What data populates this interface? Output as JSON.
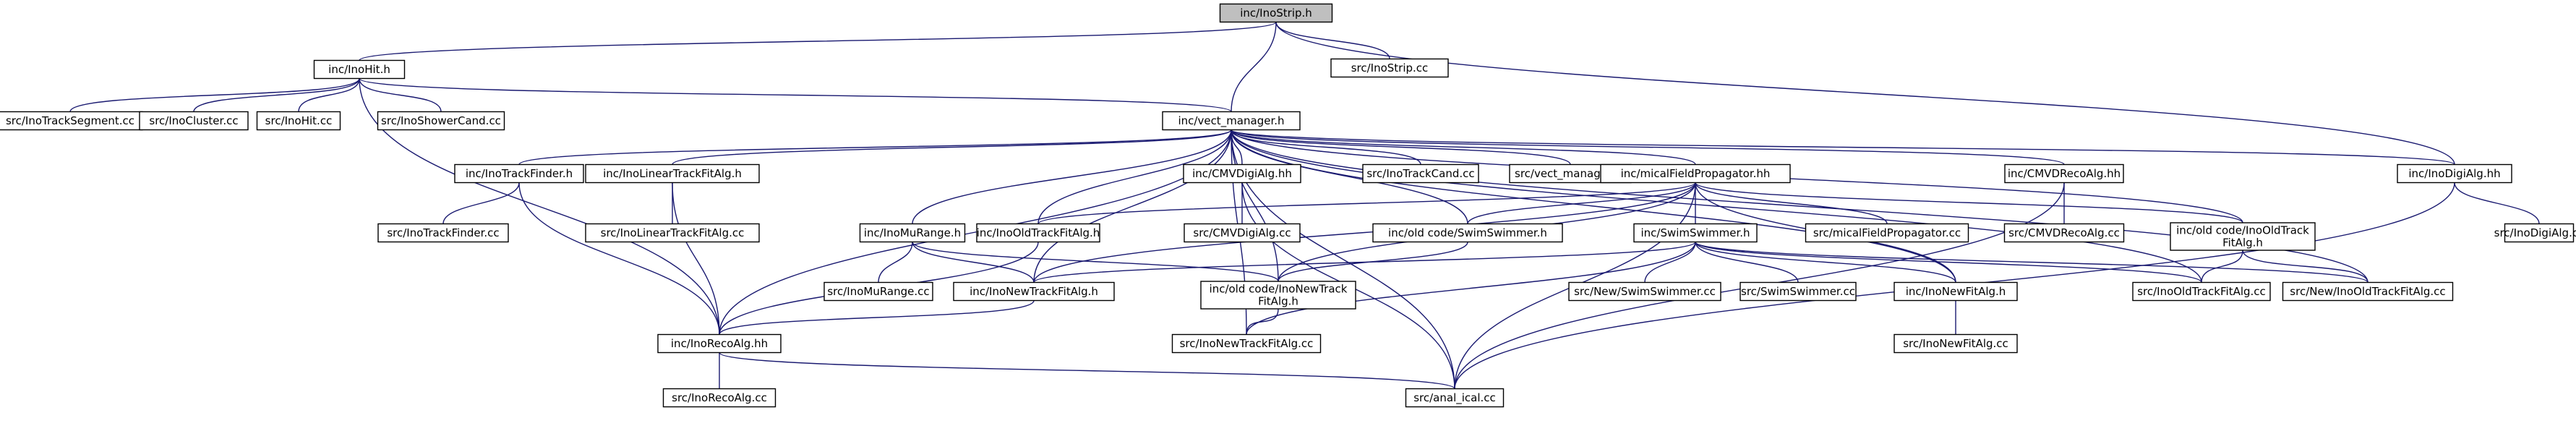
{
  "graph": {
    "colors": {
      "edge": "#191970",
      "highlight": "#bfbfbf",
      "box": "#ffffff",
      "border": "#000000"
    },
    "nodes": [
      {
        "id": "inostrip_h",
        "label": "inc/InoStrip.h",
        "highlight": true
      },
      {
        "id": "inohit_h",
        "label": "inc/InoHit.h"
      },
      {
        "id": "inostrip_cc",
        "label": "src/InoStrip.cc"
      },
      {
        "id": "trackseg_cc",
        "label": "src/InoTrackSegment.cc"
      },
      {
        "id": "cluster_cc",
        "label": "src/InoCluster.cc"
      },
      {
        "id": "inohit_cc",
        "label": "src/InoHit.cc"
      },
      {
        "id": "showercand_cc",
        "label": "src/InoShowerCand.cc"
      },
      {
        "id": "vect_h",
        "label": "inc/vect_manager.h"
      },
      {
        "id": "trackfinder_h",
        "label": "inc/InoTrackFinder.h"
      },
      {
        "id": "linfit_h",
        "label": "inc/InoLinearTrackFitAlg.h"
      },
      {
        "id": "cmvdigi_h",
        "label": "inc/CMVDigiAlg.hh"
      },
      {
        "id": "trackcand_cc",
        "label": "src/InoTrackCand.cc"
      },
      {
        "id": "vect_cc",
        "label": "src/vect_manager.cc"
      },
      {
        "id": "mical_h",
        "label": "inc/micalFieldPropagator.hh"
      },
      {
        "id": "cmvdreco_h",
        "label": "inc/CMVDRecoAlg.hh"
      },
      {
        "id": "digi_h",
        "label": "inc/InoDigiAlg.hh"
      },
      {
        "id": "trackfinder_cc",
        "label": "src/InoTrackFinder.cc"
      },
      {
        "id": "linfit_cc",
        "label": "src/InoLinearTrackFitAlg.cc"
      },
      {
        "id": "murange_h",
        "label": "inc/InoMuRange.h"
      },
      {
        "id": "oldfit_h",
        "label": "inc/InoOldTrackFitAlg.h"
      },
      {
        "id": "cmvdigi_cc",
        "label": "src/CMVDigiAlg.cc"
      },
      {
        "id": "oldswim_h",
        "label": "inc/old code/SwimSwimmer.h"
      },
      {
        "id": "swim_h",
        "label": "inc/SwimSwimmer.h"
      },
      {
        "id": "mical_cc",
        "label": "src/micalFieldPropagator.cc"
      },
      {
        "id": "cmvdreco_cc",
        "label": "src/CMVDRecoAlg.cc"
      },
      {
        "id": "oldold_h",
        "label": [
          "inc/old code/InoOldTrack",
          "FitAlg.h"
        ]
      },
      {
        "id": "digi_cc",
        "label": "src/InoDigiAlg.cc"
      },
      {
        "id": "murange_cc",
        "label": "src/InoMuRange.cc"
      },
      {
        "id": "newfit_h",
        "label": "inc/InoNewTrackFitAlg.h"
      },
      {
        "id": "oldnew_h",
        "label": [
          "inc/old code/InoNewTrack",
          "FitAlg.h"
        ]
      },
      {
        "id": "newswim_cc",
        "label": "src/New/SwimSwimmer.cc"
      },
      {
        "id": "swim_cc",
        "label": "src/SwimSwimmer.cc"
      },
      {
        "id": "newfitalg_h",
        "label": "inc/InoNewFitAlg.h"
      },
      {
        "id": "oldfit_cc",
        "label": "src/InoOldTrackFitAlg.cc"
      },
      {
        "id": "newold_cc",
        "label": "src/New/InoOldTrackFitAlg.cc"
      },
      {
        "id": "reco_h",
        "label": "inc/InoRecoAlg.hh"
      },
      {
        "id": "newfit_cc",
        "label": "src/InoNewTrackFitAlg.cc"
      },
      {
        "id": "newfitalg_cc",
        "label": "src/InoNewFitAlg.cc"
      },
      {
        "id": "reco_cc",
        "label": "src/InoRecoAlg.cc"
      },
      {
        "id": "anal_cc",
        "label": "src/anal_ical.cc"
      }
    ],
    "edges": [
      [
        "inostrip_h",
        "inohit_h"
      ],
      [
        "inostrip_h",
        "inostrip_cc"
      ],
      [
        "inostrip_h",
        "vect_h"
      ],
      [
        "inostrip_h",
        "digi_h"
      ],
      [
        "inohit_h",
        "trackseg_cc"
      ],
      [
        "inohit_h",
        "cluster_cc"
      ],
      [
        "inohit_h",
        "inohit_cc"
      ],
      [
        "inohit_h",
        "showercand_cc"
      ],
      [
        "inohit_h",
        "vect_h"
      ],
      [
        "inohit_h",
        "reco_h"
      ],
      [
        "vect_h",
        "trackfinder_h"
      ],
      [
        "vect_h",
        "linfit_h"
      ],
      [
        "vect_h",
        "cmvdigi_h"
      ],
      [
        "vect_h",
        "trackcand_cc"
      ],
      [
        "vect_h",
        "vect_cc"
      ],
      [
        "vect_h",
        "mical_h"
      ],
      [
        "vect_h",
        "cmvdreco_h"
      ],
      [
        "vect_h",
        "digi_h"
      ],
      [
        "vect_h",
        "murange_h"
      ],
      [
        "vect_h",
        "oldfit_h"
      ],
      [
        "vect_h",
        "oldswim_h"
      ],
      [
        "vect_h",
        "newfit_h"
      ],
      [
        "vect_h",
        "oldnew_h"
      ],
      [
        "vect_h",
        "newfitalg_h"
      ],
      [
        "vect_h",
        "oldfit_cc"
      ],
      [
        "vect_h",
        "newold_cc"
      ],
      [
        "vect_h",
        "reco_h"
      ],
      [
        "vect_h",
        "newfit_cc"
      ],
      [
        "vect_h",
        "anal_cc"
      ],
      [
        "vect_h",
        "oldold_h"
      ],
      [
        "trackfinder_h",
        "trackfinder_cc"
      ],
      [
        "trackfinder_h",
        "reco_h"
      ],
      [
        "linfit_h",
        "linfit_cc"
      ],
      [
        "linfit_h",
        "reco_h"
      ],
      [
        "cmvdigi_h",
        "cmvdigi_cc"
      ],
      [
        "cmvdigi_h",
        "anal_cc"
      ],
      [
        "mical_h",
        "oldfit_h"
      ],
      [
        "mical_h",
        "oldswim_h"
      ],
      [
        "mical_h",
        "swim_h"
      ],
      [
        "mical_h",
        "mical_cc"
      ],
      [
        "mical_h",
        "oldold_h"
      ],
      [
        "mical_h",
        "newfit_h"
      ],
      [
        "mical_h",
        "oldnew_h"
      ],
      [
        "mical_h",
        "newfitalg_h"
      ],
      [
        "mical_h",
        "anal_cc"
      ],
      [
        "cmvdreco_h",
        "cmvdreco_cc"
      ],
      [
        "cmvdreco_h",
        "anal_cc"
      ],
      [
        "digi_h",
        "digi_cc"
      ],
      [
        "digi_h",
        "anal_cc"
      ],
      [
        "murange_h",
        "murange_cc"
      ],
      [
        "murange_h",
        "newfit_h"
      ],
      [
        "murange_h",
        "oldnew_h"
      ],
      [
        "oldfit_h",
        "reco_h"
      ],
      [
        "oldswim_h",
        "oldnew_h"
      ],
      [
        "swim_h",
        "newswim_cc"
      ],
      [
        "swim_h",
        "swim_cc"
      ],
      [
        "swim_h",
        "newfitalg_h"
      ],
      [
        "swim_h",
        "oldfit_cc"
      ],
      [
        "swim_h",
        "newold_cc"
      ],
      [
        "swim_h",
        "newfit_h"
      ],
      [
        "swim_h",
        "newfit_cc"
      ],
      [
        "oldold_h",
        "oldfit_cc"
      ],
      [
        "oldold_h",
        "newold_cc"
      ],
      [
        "newfit_h",
        "reco_h"
      ],
      [
        "oldnew_h",
        "newfit_cc"
      ],
      [
        "newfitalg_h",
        "newfitalg_cc"
      ],
      [
        "reco_h",
        "reco_cc"
      ],
      [
        "reco_h",
        "anal_cc"
      ]
    ]
  }
}
